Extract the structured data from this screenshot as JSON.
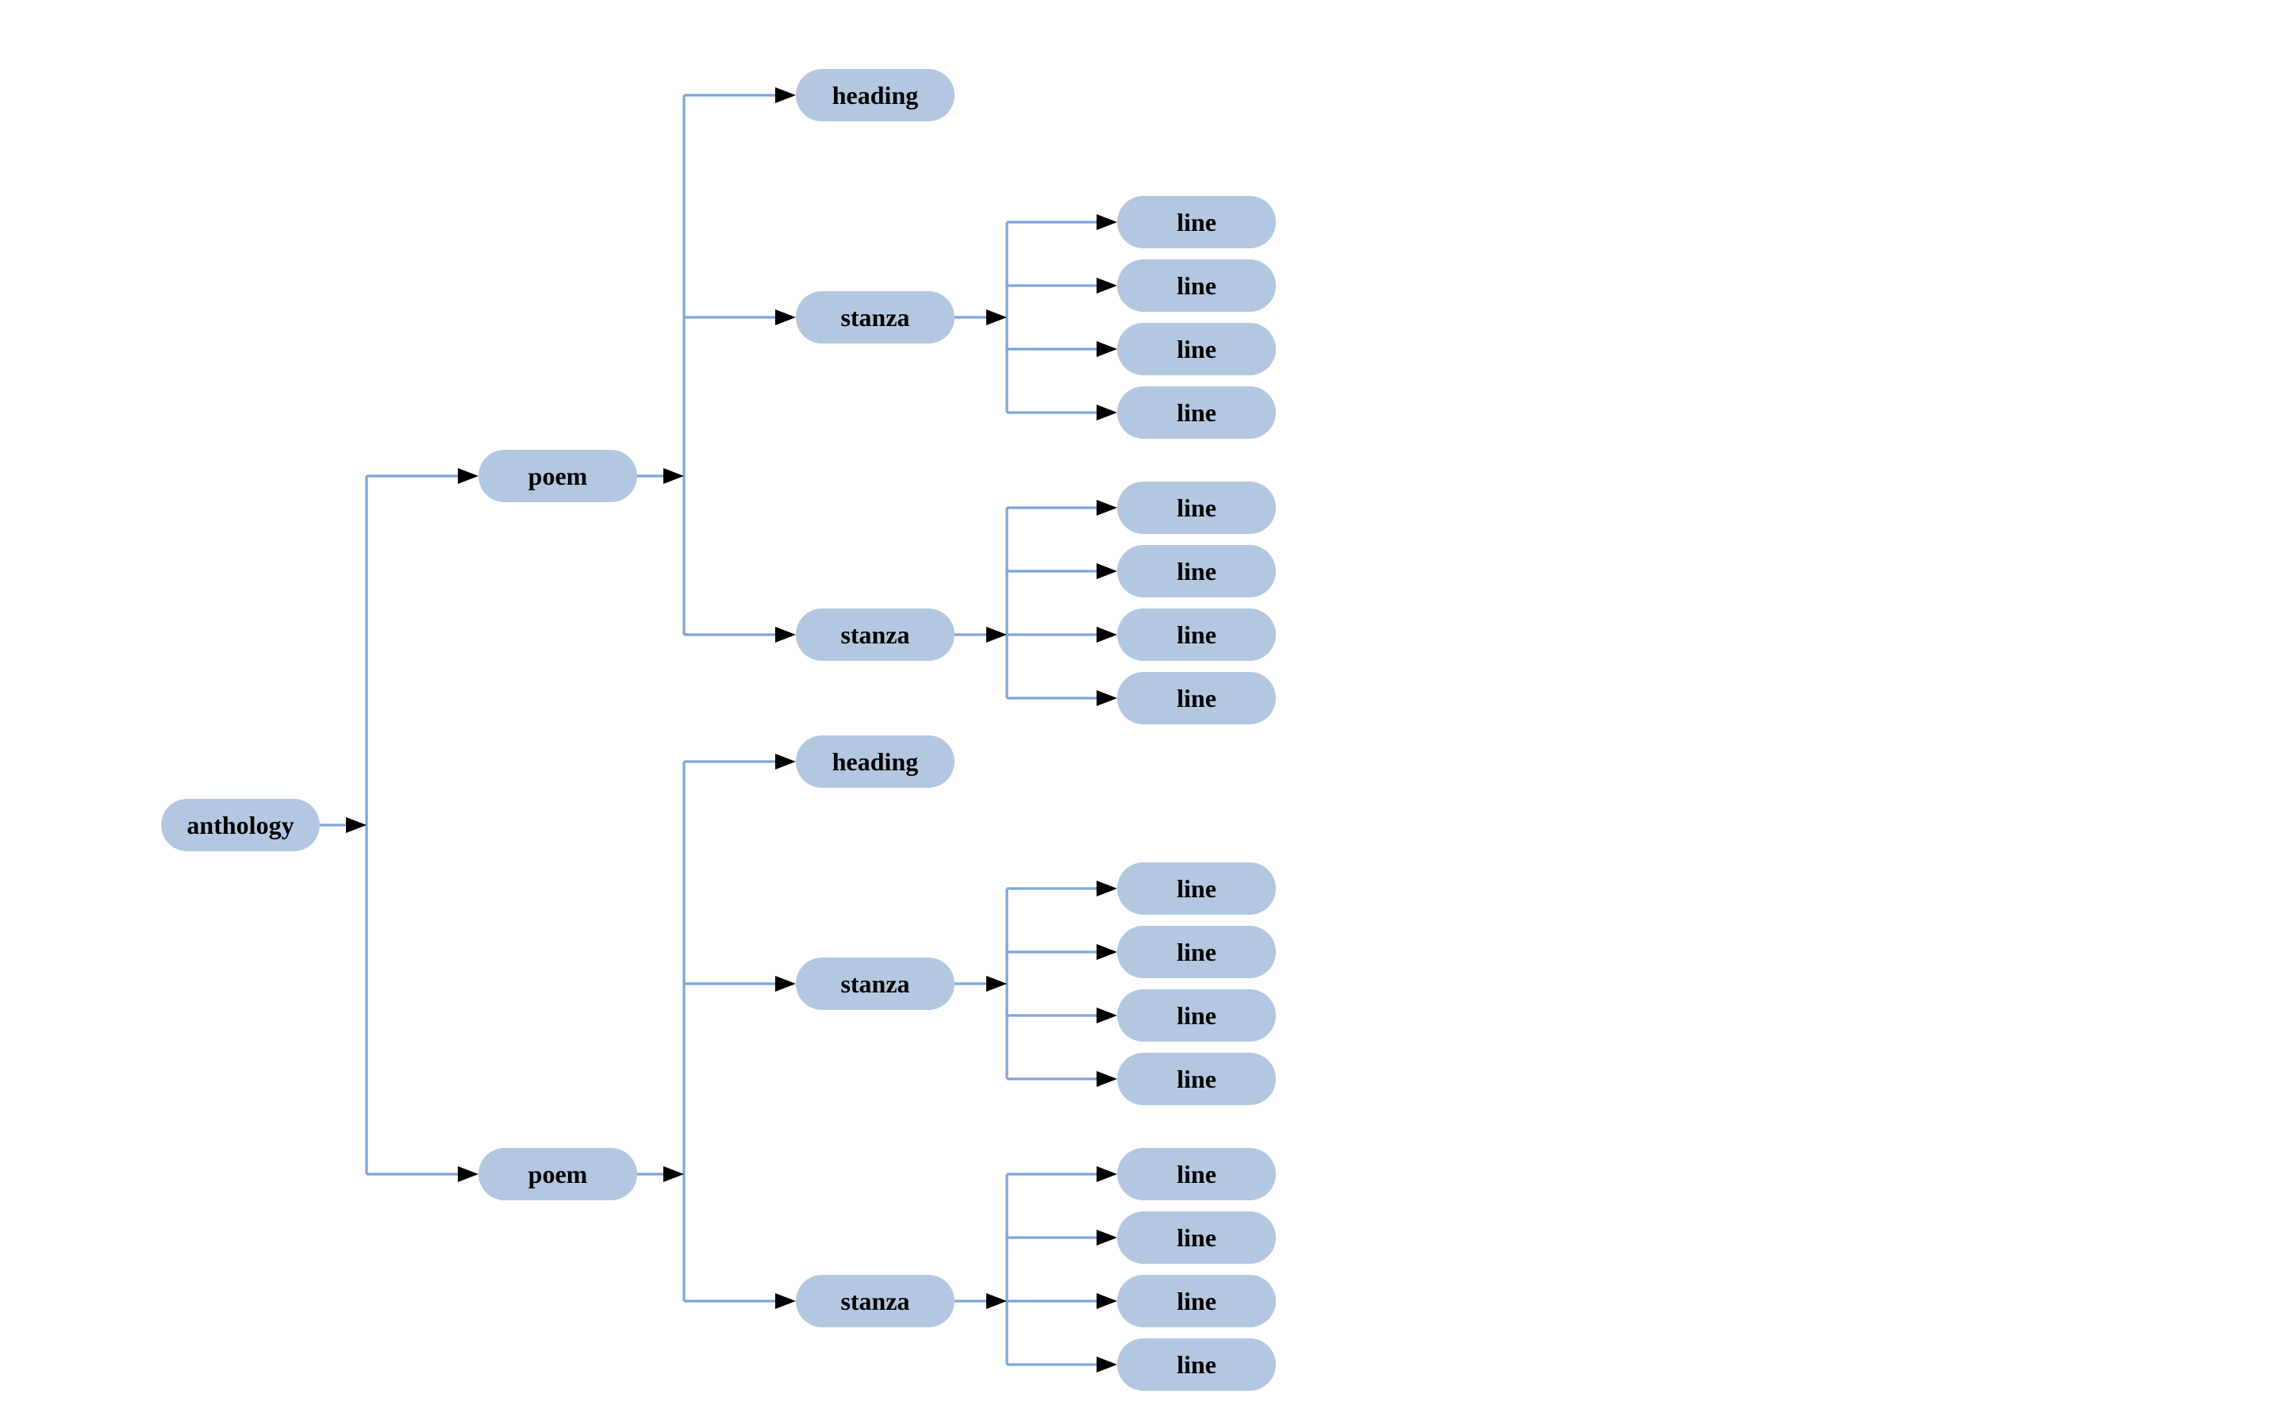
{
  "diagram": {
    "node_fill": "#b4c7e1",
    "edge_color": "#7da4da",
    "arrow_color": "#000000",
    "text_color": "#000000",
    "background": "#ffffff"
  },
  "tree": {
    "label": "anthology",
    "children": [
      {
        "label": "poem",
        "children": [
          {
            "label": "heading",
            "children": []
          },
          {
            "label": "stanza",
            "children": [
              {
                "label": "line"
              },
              {
                "label": "line"
              },
              {
                "label": "line"
              },
              {
                "label": "line"
              }
            ]
          },
          {
            "label": "stanza",
            "children": [
              {
                "label": "line"
              },
              {
                "label": "line"
              },
              {
                "label": "line"
              },
              {
                "label": "line"
              }
            ]
          }
        ]
      },
      {
        "label": "poem",
        "children": [
          {
            "label": "heading",
            "children": []
          },
          {
            "label": "stanza",
            "children": [
              {
                "label": "line"
              },
              {
                "label": "line"
              },
              {
                "label": "line"
              },
              {
                "label": "line"
              }
            ]
          },
          {
            "label": "stanza",
            "children": [
              {
                "label": "line"
              },
              {
                "label": "line"
              },
              {
                "label": "line"
              },
              {
                "label": "line"
              }
            ]
          }
        ]
      }
    ]
  }
}
